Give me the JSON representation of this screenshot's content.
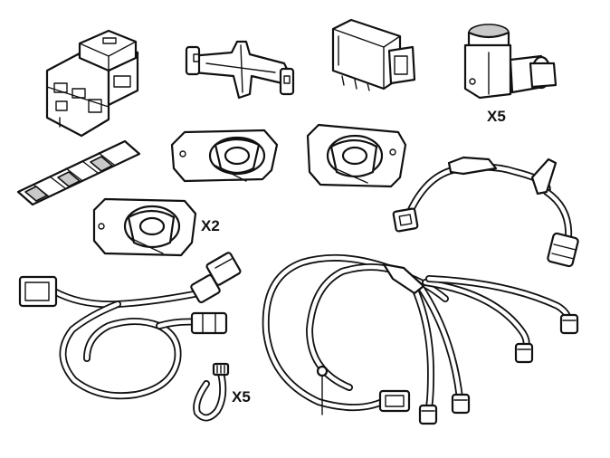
{
  "labels": {
    "sensor_qty": "X5",
    "bracket_qty": "X2",
    "tie_qty": "X5"
  },
  "colors": {
    "line": "#111111",
    "shade": "#c9c9c9",
    "background": "#ffffff"
  },
  "icons": [
    "control-module-icon",
    "bracket-spreader-icon",
    "ecu-box-icon",
    "parking-sensor-icon",
    "adhesive-pad-strip-icon",
    "sensor-bracket-icon",
    "sensor-bracket-icon",
    "sensor-bracket-icon",
    "short-harness-icon",
    "adapter-harness-icon",
    "cable-tie-icon",
    "main-sensor-harness-icon"
  ]
}
